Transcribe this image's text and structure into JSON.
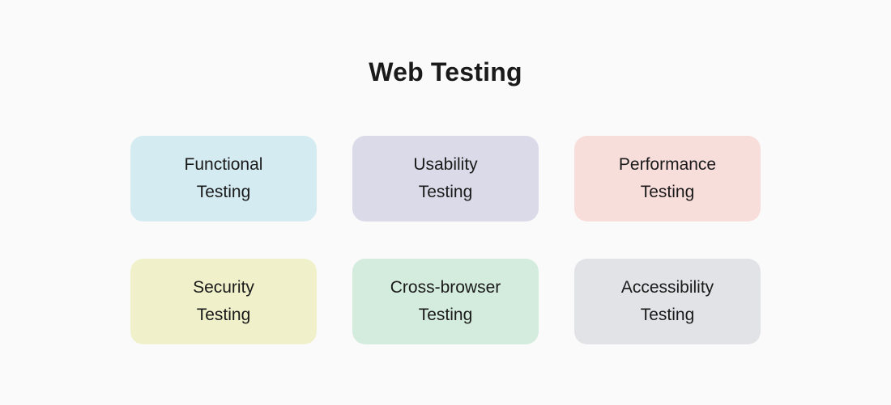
{
  "page": {
    "title": "Web Testing",
    "background_color": "#fafafa",
    "text_color": "#1a1a1a"
  },
  "cards": [
    {
      "name": "functional-testing",
      "line1": "Functional",
      "line2": "Testing",
      "color": "#d4ebf2"
    },
    {
      "name": "usability-testing",
      "line1": "Usability",
      "line2": "Testing",
      "color": "#dbdae9"
    },
    {
      "name": "performance-testing",
      "line1": "Performance",
      "line2": "Testing",
      "color": "#f8dedb"
    },
    {
      "name": "security-testing",
      "line1": "Security",
      "line2": "Testing",
      "color": "#f0f1cb"
    },
    {
      "name": "cross-browser-testing",
      "line1": "Cross-browser",
      "line2": "Testing",
      "color": "#d4ecde"
    },
    {
      "name": "accessibility-testing",
      "line1": "Accessibility",
      "line2": "Testing",
      "color": "#e2e3e6"
    }
  ]
}
